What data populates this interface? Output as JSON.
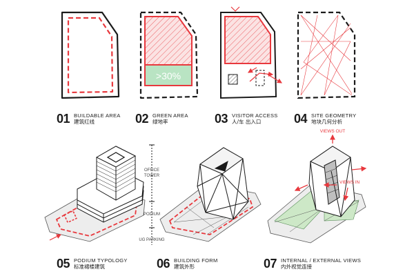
{
  "steps": [
    {
      "num": "01",
      "label_en": "BUILDABLE AREA",
      "label_zh": "建筑红线"
    },
    {
      "num": "02",
      "label_en": "GREEN AREA",
      "label_zh": "绿地率"
    },
    {
      "num": "03",
      "label_en": "VISITOR ACCESS",
      "label_zh": "人/车 出入口"
    },
    {
      "num": "04",
      "label_en": "SITE GEOMETRY",
      "label_zh": "地块几何分析"
    },
    {
      "num": "05",
      "label_en": "PODIUM TYPOLOGY",
      "label_zh": "标准裙楼建筑"
    },
    {
      "num": "06",
      "label_en": "BUILDING FORM",
      "label_zh": "建筑外形"
    },
    {
      "num": "07",
      "label_en": "INTERNAL / EXTERNAL VIEWS",
      "label_zh": "内外视觉连接"
    }
  ],
  "green_area": {
    "percent_label": ">30%"
  },
  "typology_labels": {
    "office_tower": [
      "OFFICE",
      "TOWER"
    ],
    "podium": "PODIUM",
    "ug_parking": "UG PARKING"
  },
  "views": {
    "views_out": "VIEWS OUT",
    "views_in": "VIEWS IN"
  },
  "colors": {
    "accent_red": "#e8383d",
    "hatch_fill": "#f6c9c9",
    "green_fill": "#b9e4c3",
    "green_fill_07": "#cde8c7",
    "line": "#1a1a1a",
    "ground_fill": "#ededed"
  }
}
